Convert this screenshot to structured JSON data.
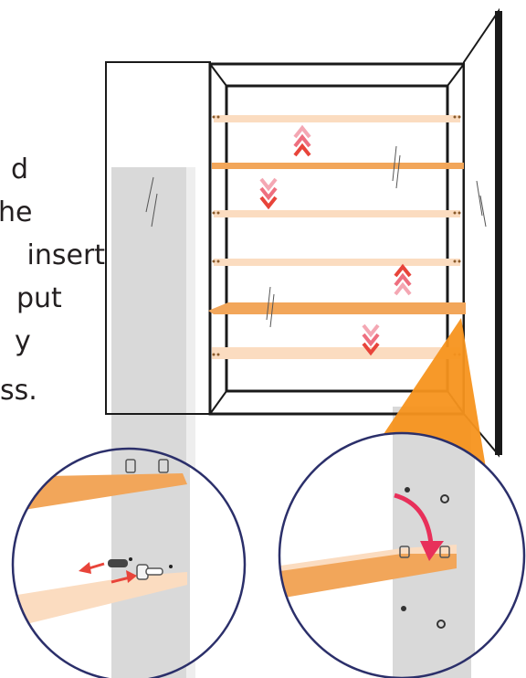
{
  "instruction_text_lines": [
    "d",
    "he",
    " insert",
    "put",
    "y",
    "ss."
  ],
  "colors": {
    "outline": "#1a1a1a",
    "shelf_solid": "#f2a65a",
    "shelf_faded": "#fbdcc0",
    "panel_gray": "#d8d8d8",
    "circle_stroke": "#2b2f6a",
    "arrow_red": "#e8443a",
    "accent_orange": "#f7941d"
  },
  "icons": [
    "double-chevron-up-icon",
    "double-chevron-down-icon",
    "curved-arrow-icon",
    "left-arrow-icon",
    "right-arrow-icon",
    "shelf-pin-icon",
    "glass-reflection-icon"
  ]
}
